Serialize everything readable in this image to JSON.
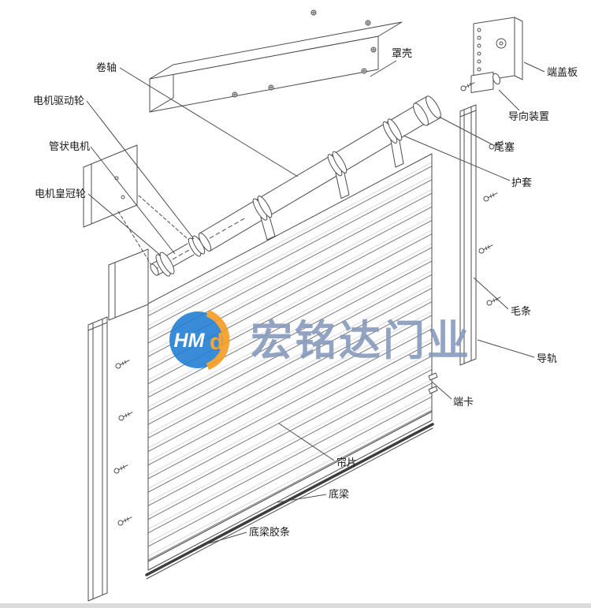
{
  "labels": {
    "roller_shaft": "卷轴",
    "cover_shell": "罩壳",
    "end_cover_plate": "端盖板",
    "guide_device": "导向装置",
    "tail_plug": "尾塞",
    "protective_sleeve": "护套",
    "motor_drive_wheel": "电机驱动轮",
    "tubular_motor": "管状电机",
    "motor_crown_wheel": "电机皇冠轮",
    "brush_strip": "毛条",
    "guide_rail": "导轨",
    "end_clip": "端卡",
    "curtain_slat": "帘片",
    "bottom_beam": "底梁",
    "bottom_beam_rubber": "底梁胶条"
  },
  "watermark": {
    "logo_text_hm": "HM",
    "logo_text_d": "d",
    "brand_text": "宏铭达门业",
    "logo_blue": "#1f7dd3",
    "logo_orange": "#f69a1d",
    "brand_color": "#8598bc"
  },
  "line_color": "#4d4d4d"
}
